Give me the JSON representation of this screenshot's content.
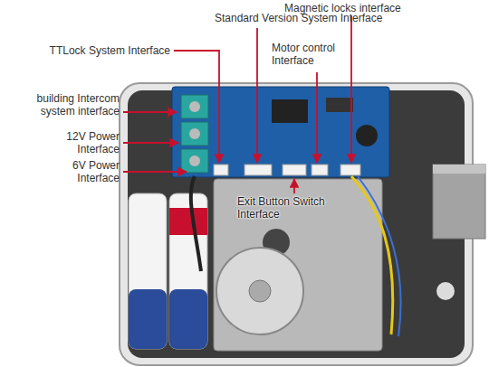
{
  "diagram": {
    "labels": [
      "Standard Version System Interface",
      "Magnetic locks interface",
      "TTLock System Interface",
      "Motor control Interface",
      "building Intercom system interface",
      "12V Power Interface",
      "6V Power Interface",
      "Exit Button Switch Interface"
    ]
  }
}
